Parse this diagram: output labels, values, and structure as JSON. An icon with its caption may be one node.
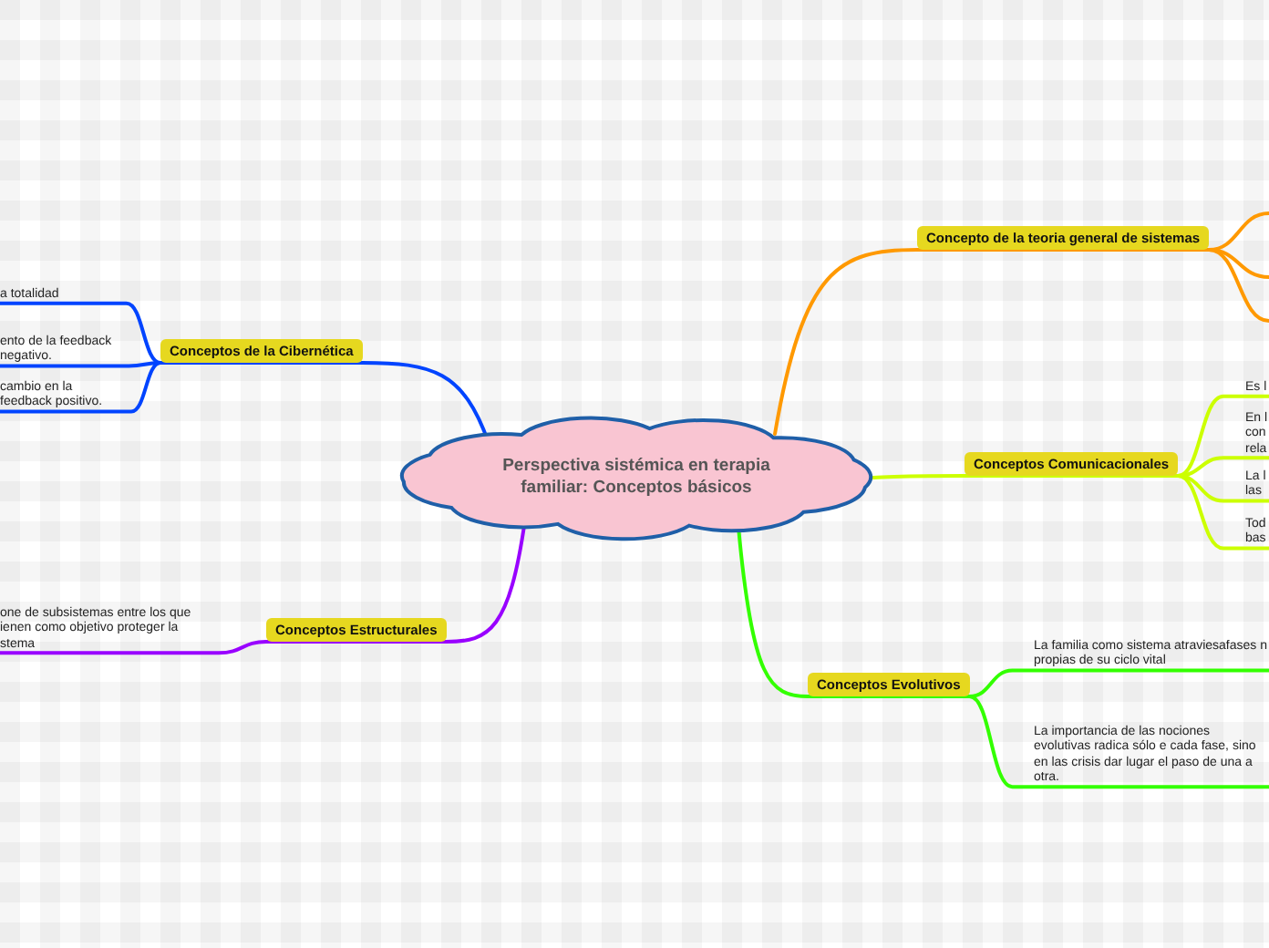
{
  "diagram": {
    "nodes": [
      {
        "text": [
          "Perspectiva sistémica en terapia familiar: Conceptos básicos"
        ]
      },
      {
        "text": [
          "Concepto de la teoria general de sistemas"
        ]
      },
      {
        "text": [
          "Conceptos de la Cibernética"
        ]
      },
      {
        "text": [
          "Conceptos Comunicacionales"
        ]
      },
      {
        "text": [
          "Conceptos Estructurales"
        ]
      },
      {
        "text": [
          "Conceptos Evolutivos"
        ]
      },
      {
        "text": [
          "a totalidad"
        ]
      },
      {
        "text": [
          "ento de la feedback negativo."
        ]
      },
      {
        "text": [
          "cambio en la feedback positivo."
        ]
      },
      {
        "text": [
          "one de subsistemas entre los que ienen como objetivo proteger la stema"
        ]
      },
      {
        "text": [
          "Es l"
        ]
      },
      {
        "text": [
          "En l con rela"
        ]
      },
      {
        "text": [
          "La l las"
        ]
      },
      {
        "text": [
          "Tod bas"
        ]
      },
      {
        "text": [
          "La familia como sistema atraviesafases n propias de su ciclo vital"
        ]
      },
      {
        "text": [
          "La importancia de las nociones evolutivas radica sólo e cada fase, sino en las crisis dar lugar el paso de una a otra."
        ]
      }
    ],
    "edges": [
      {
        "from": 0,
        "to": 1,
        "arrow": "none",
        "color": "#ff9900"
      },
      {
        "from": 0,
        "to": 2,
        "arrow": "none",
        "color": "#0044ff"
      },
      {
        "from": 0,
        "to": 3,
        "arrow": "none",
        "color": "#ccff00"
      },
      {
        "from": 0,
        "to": 4,
        "arrow": "none",
        "color": "#9900ff"
      },
      {
        "from": 0,
        "to": 5,
        "arrow": "none",
        "color": "#33ff00"
      },
      {
        "from": 2,
        "to": 6,
        "arrow": "none",
        "color": "#0044ff"
      },
      {
        "from": 2,
        "to": 7,
        "arrow": "none",
        "color": "#0044ff"
      },
      {
        "from": 2,
        "to": 8,
        "arrow": "none",
        "color": "#0044ff"
      },
      {
        "from": 4,
        "to": 9,
        "arrow": "none",
        "color": "#9900ff"
      },
      {
        "from": 1,
        "to": null,
        "arrow": "none",
        "color": "#ff9900"
      },
      {
        "from": 1,
        "to": null,
        "arrow": "none",
        "color": "#ff9900"
      },
      {
        "from": 1,
        "to": null,
        "arrow": "none",
        "color": "#ff9900"
      },
      {
        "from": 3,
        "to": 10,
        "arrow": "none",
        "color": "#ccff00"
      },
      {
        "from": 3,
        "to": 11,
        "arrow": "none",
        "color": "#ccff00"
      },
      {
        "from": 3,
        "to": 12,
        "arrow": "none",
        "color": "#ccff00"
      },
      {
        "from": 3,
        "to": 13,
        "arrow": "none",
        "color": "#ccff00"
      },
      {
        "from": 5,
        "to": 14,
        "arrow": "none",
        "color": "#33ff00"
      },
      {
        "from": 5,
        "to": 15,
        "arrow": "none",
        "color": "#33ff00"
      }
    ]
  }
}
